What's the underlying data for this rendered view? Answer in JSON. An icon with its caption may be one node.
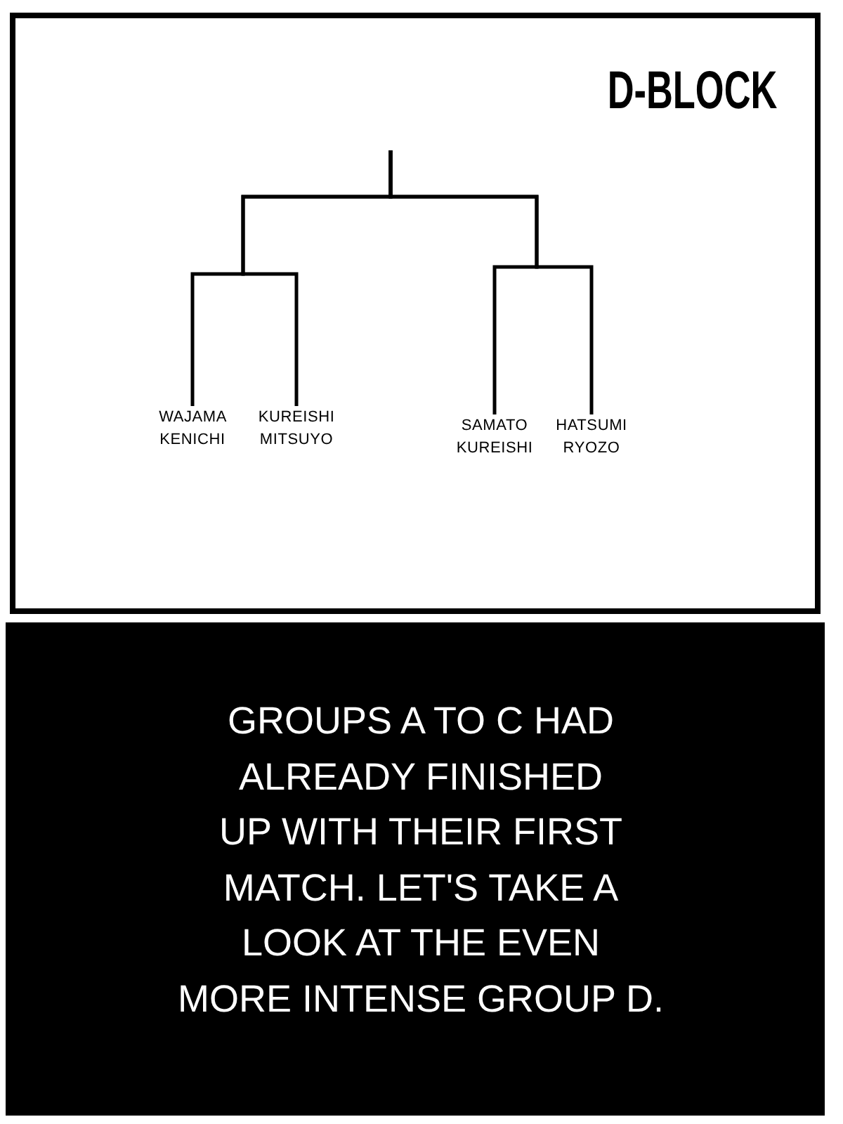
{
  "diagram": {
    "nodes": [
      {
        "text": [
          "D-BLOCK"
        ]
      },
      {
        "text": [
          "WAJAMA KENICHI"
        ],
        "in": 0
      },
      {
        "text": [
          "KUREISHI MITSUYO"
        ],
        "in": 0
      },
      {
        "text": [
          "SAMATO KUREISHI"
        ],
        "in": 0
      },
      {
        "text": [
          "HATSUMI RYOZO"
        ],
        "in": 0
      },
      {
        "text": [
          "GROUPS A TO C HAD ALREADY FINISHED UP WITH THEIR FIRST MATCH. LET'S TAKE A LOOK AT THE EVEN MORE INTENSE GROUP D."
        ]
      }
    ],
    "edges": [
      {
        "from": 1,
        "to": null,
        "arrow": "none"
      },
      {
        "from": 2,
        "to": null,
        "arrow": "none"
      },
      {
        "from": 3,
        "to": null,
        "arrow": "none"
      },
      {
        "from": 4,
        "to": null,
        "arrow": "none"
      }
    ]
  }
}
